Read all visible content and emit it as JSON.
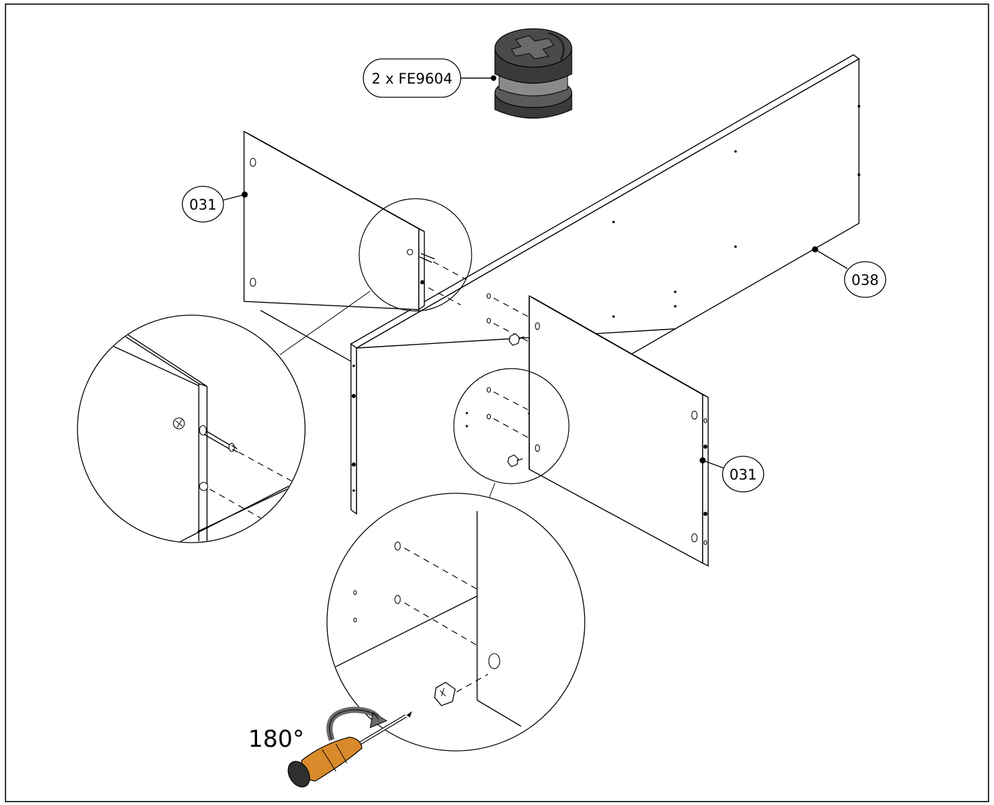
{
  "callouts": {
    "cam_lock": "2 x FE9604",
    "left_panel": "031",
    "back_panel": "038",
    "right_panel": "031"
  },
  "rotation": {
    "angle": "180°"
  },
  "colors": {
    "line": "#000000",
    "background": "#ffffff",
    "cam_dark": "#3a3a3a",
    "cam_mid": "#5a5a5a",
    "cam_light": "#8a8a8a",
    "handle_orange": "#d98a2b",
    "handle_dark": "#3b2a1a",
    "rotation_arrow": "#6a6a6a"
  },
  "icons": [
    "cam-lock-fastener-icon",
    "screwdriver-icon",
    "rotation-arrow-icon"
  ]
}
